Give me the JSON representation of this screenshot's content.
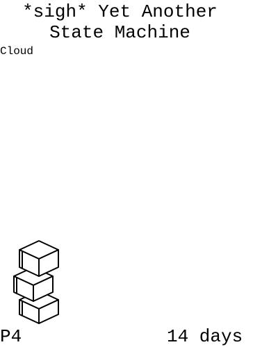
{
  "card": {
    "title": "*sigh* Yet Another\nState Machine",
    "category": "Cloud",
    "priority": "P4",
    "duration": "14 days",
    "icon": "stacked-cubes-icon"
  },
  "colors": {
    "ink": "#000000",
    "background": "#ffffff"
  }
}
